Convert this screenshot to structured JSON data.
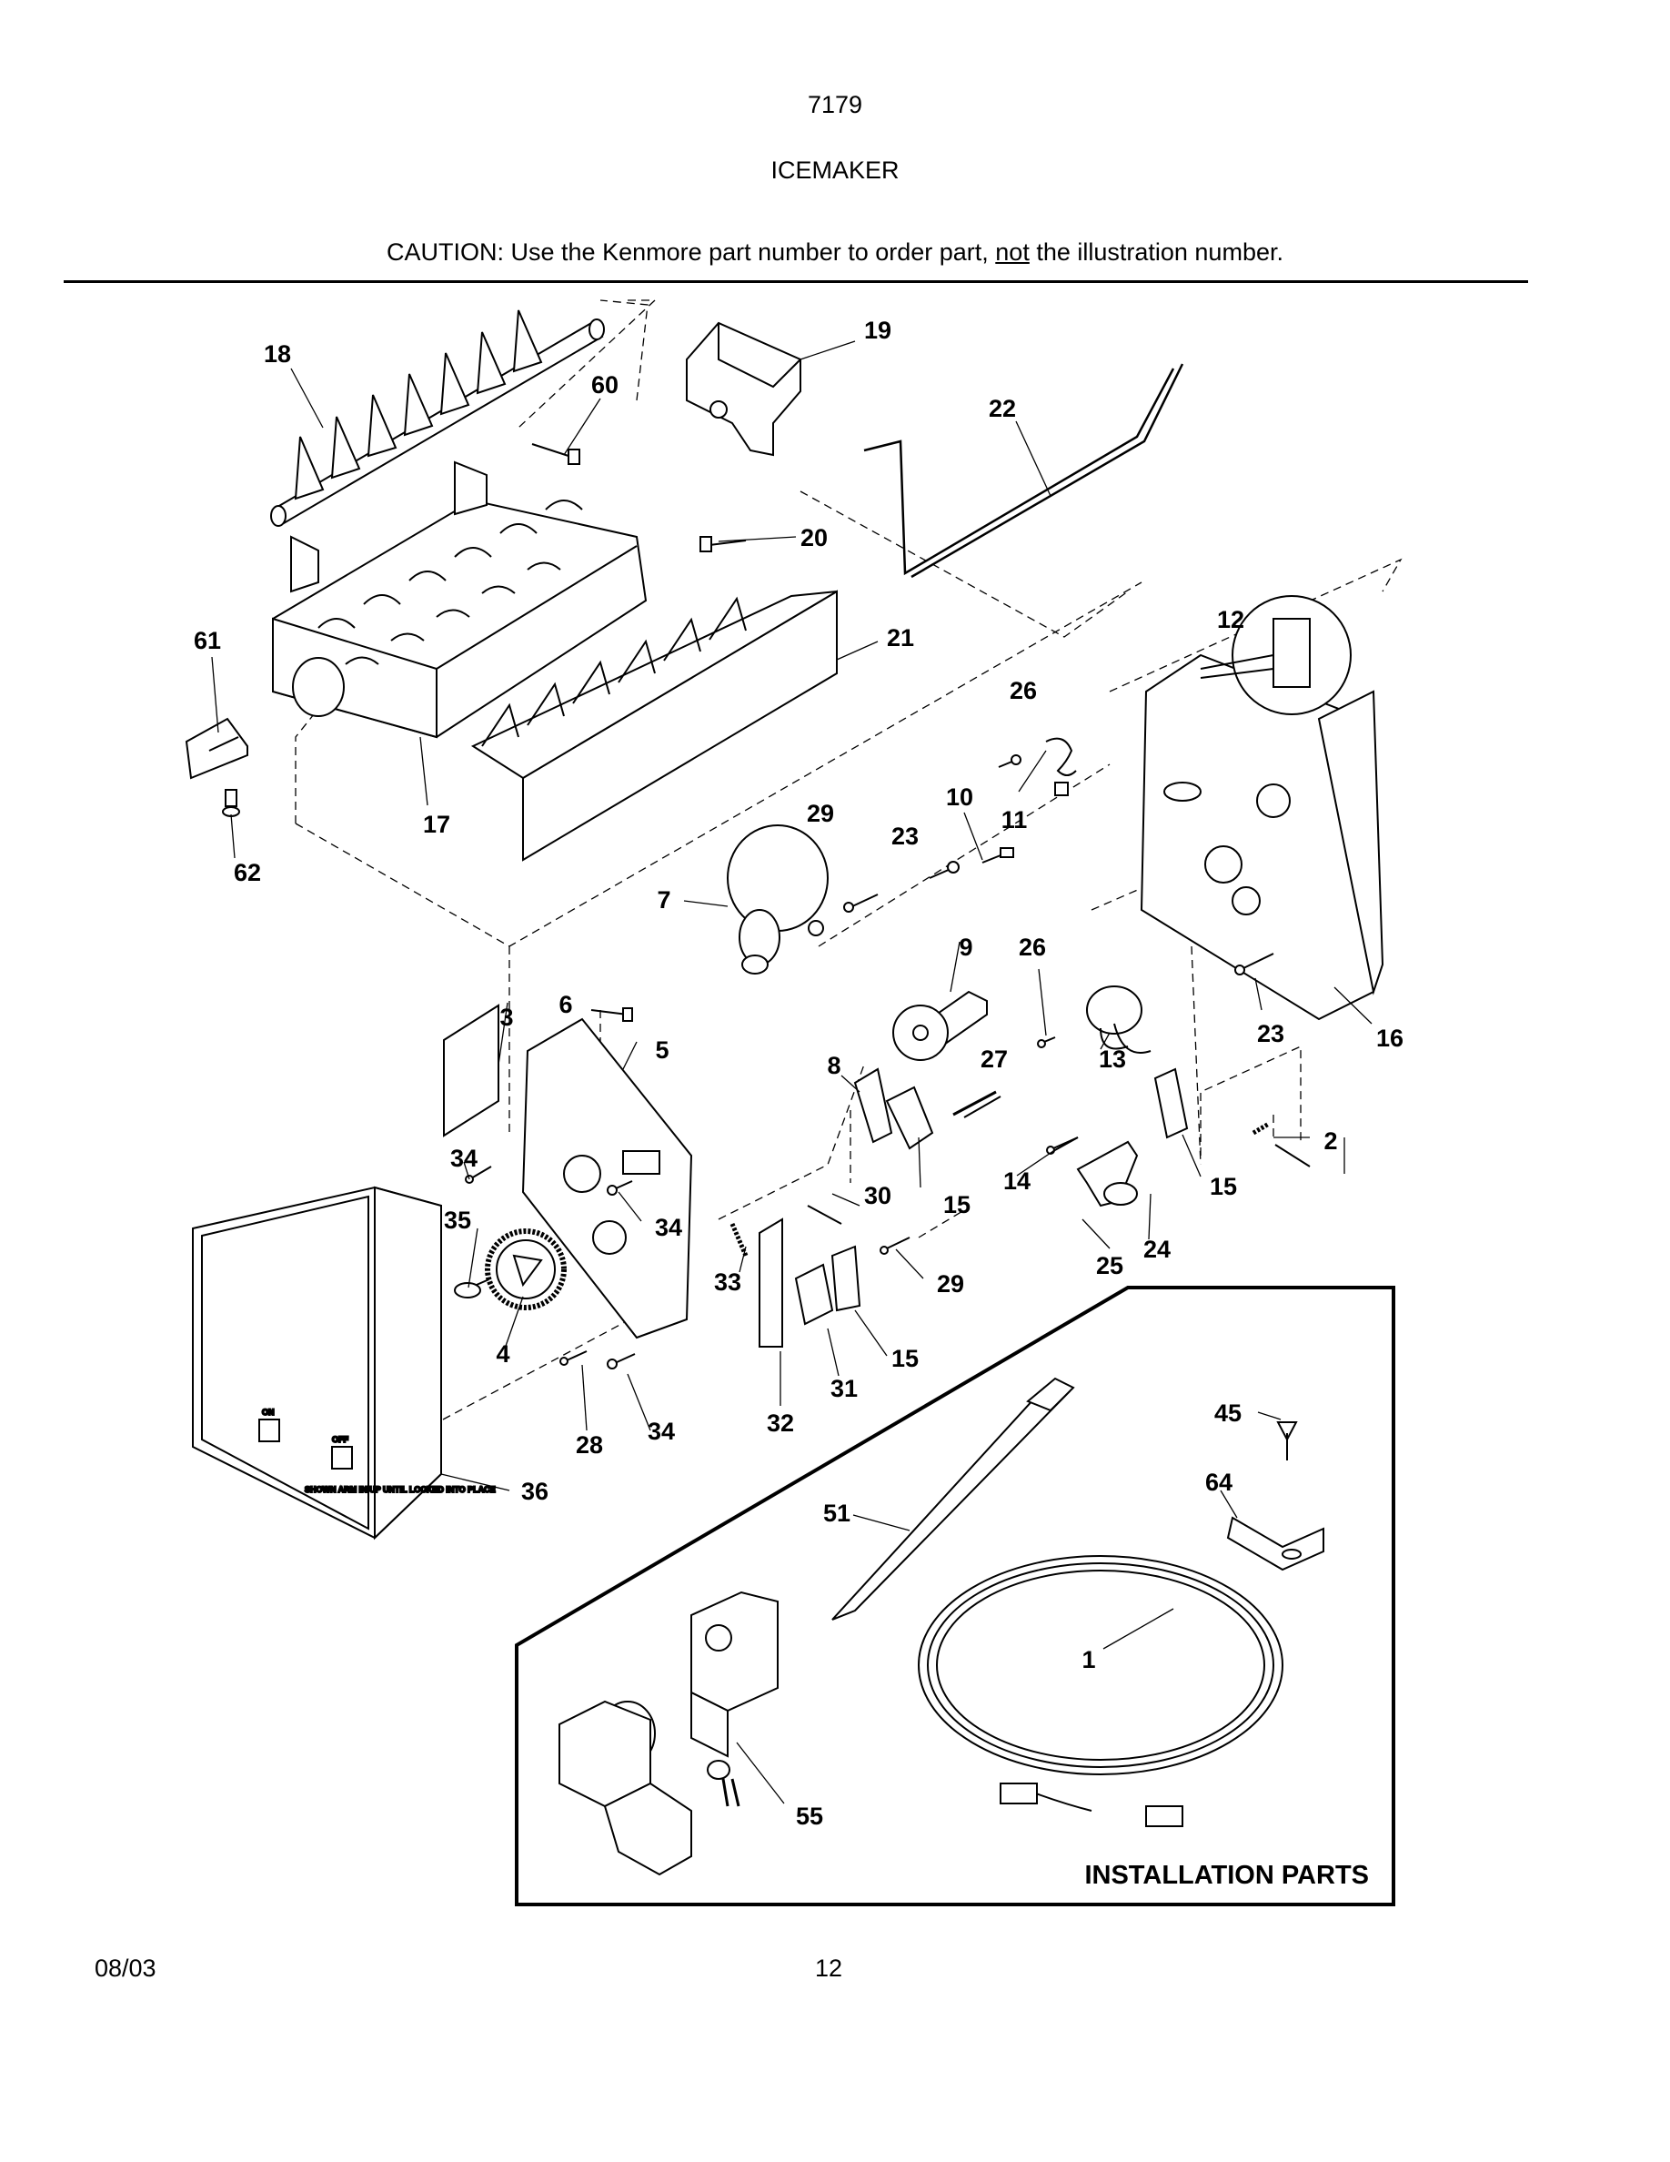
{
  "header": {
    "model": "7179",
    "title": "ICEMAKER",
    "caution_prefix": "CAUTION: Use the Kenmore part number to order part, ",
    "caution_emphasis": "not",
    "caution_suffix": " the illustration number."
  },
  "callouts": [
    "18",
    "60",
    "19",
    "22",
    "20",
    "61",
    "21",
    "12",
    "26",
    "17",
    "62",
    "29",
    "10",
    "11",
    "23",
    "7",
    "9",
    "26",
    "3",
    "6",
    "5",
    "8",
    "27",
    "13",
    "23",
    "16",
    "34",
    "30",
    "15",
    "14",
    "15",
    "2",
    "35",
    "34",
    "33",
    "29",
    "25",
    "24",
    "4",
    "15",
    "31",
    "32",
    "28",
    "34",
    "45",
    "36",
    "64",
    "51",
    "1",
    "55"
  ],
  "switch_labels": {
    "on": "ON",
    "off": "OFF",
    "note": "SHOWN ARM IN UP UNTIL LOCKED INTO PLACE"
  },
  "installation_box": {
    "title": "INSTALLATION PARTS"
  },
  "footer": {
    "date": "08/03",
    "page": "12"
  }
}
